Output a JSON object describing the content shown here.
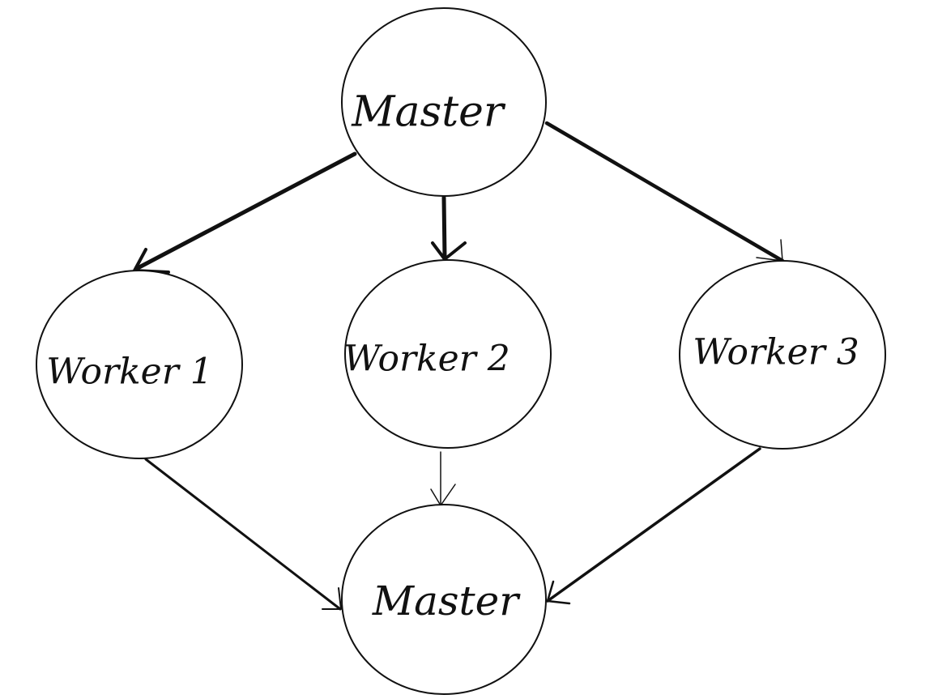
{
  "diagram": {
    "nodes": {
      "master_top": {
        "label": "Master"
      },
      "worker_1": {
        "label": "Worker 1"
      },
      "worker_2": {
        "label": "Worker 2"
      },
      "worker_3": {
        "label": "Worker 3"
      },
      "master_bottom": {
        "label": "Master"
      }
    },
    "edges": [
      {
        "from": "master_top",
        "to": "worker_1"
      },
      {
        "from": "master_top",
        "to": "worker_2"
      },
      {
        "from": "master_top",
        "to": "worker_3"
      },
      {
        "from": "worker_1",
        "to": "master_bottom"
      },
      {
        "from": "worker_2",
        "to": "master_bottom"
      },
      {
        "from": "worker_3",
        "to": "master_bottom"
      }
    ],
    "colors": {
      "stroke": "#111111",
      "background": "#ffffff"
    }
  }
}
